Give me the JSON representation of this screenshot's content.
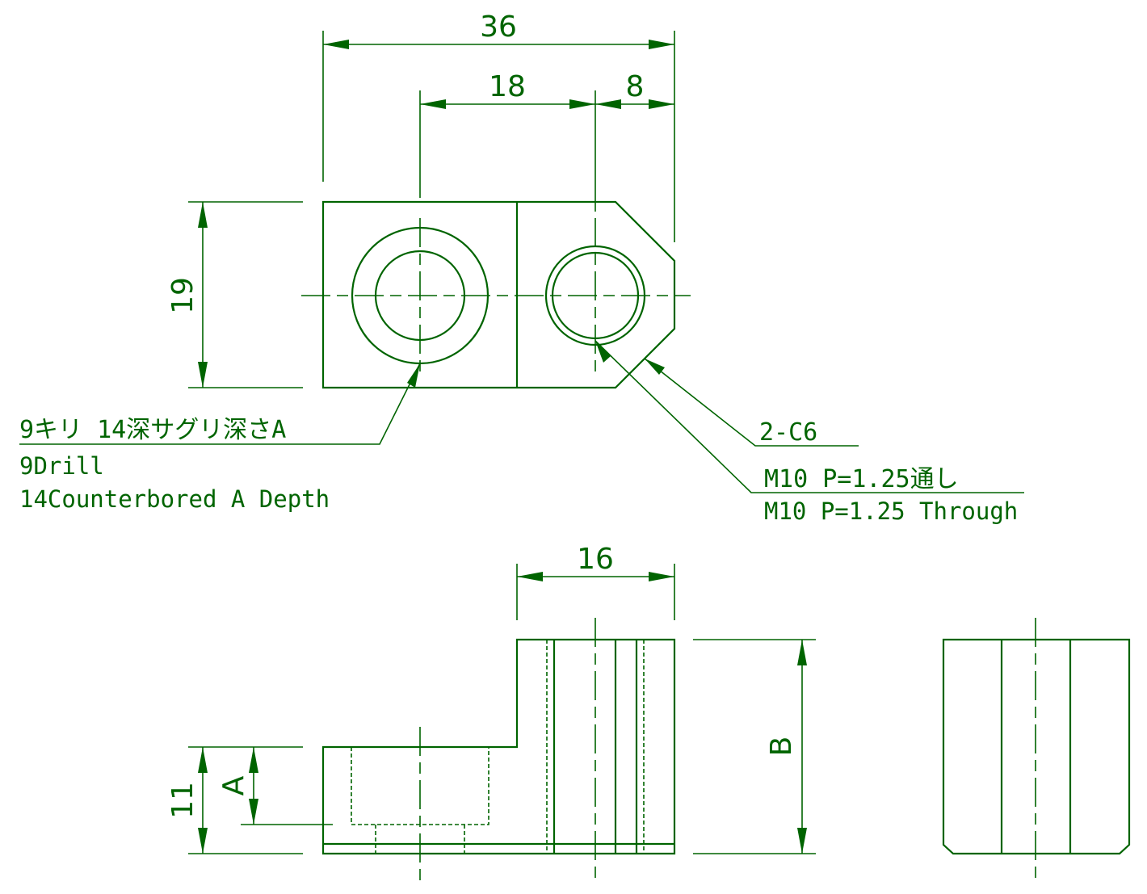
{
  "colors": {
    "line": "#006400",
    "background": "#ffffff"
  },
  "dimensions": {
    "overall_width": "36",
    "hole_pitch": "18",
    "edge_to_thread": "8",
    "height": "19",
    "step_width": "16",
    "base_height": "11",
    "counterbore_depth": "A",
    "total_height": "B"
  },
  "notes": {
    "counterbore_jp": "9キリ 14深サグリ深さA",
    "counterbore_en_line1": "9Drill",
    "counterbore_en_line2": "14Counterbored A Depth",
    "chamfer": "2-C6",
    "thread_jp": "M10 P=1.25通し",
    "thread_en": "M10 P=1.25 Through"
  }
}
